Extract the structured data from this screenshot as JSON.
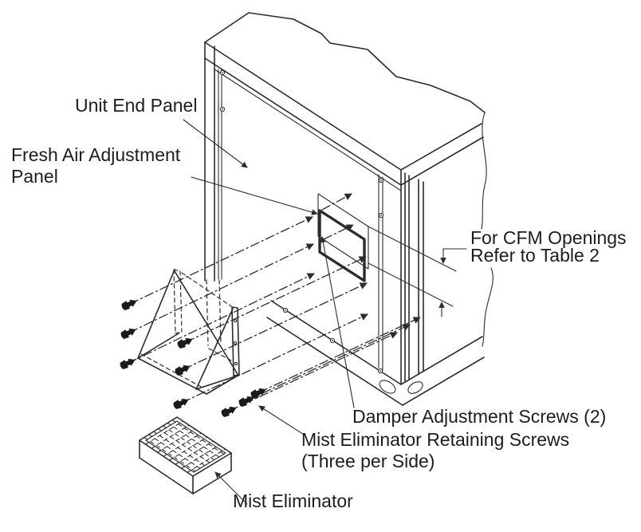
{
  "figure": {
    "type": "technical-exploded-isometric-diagram",
    "labels": {
      "unit_end_panel": "Unit End Panel",
      "fresh_air_line1": "Fresh Air Adjustment",
      "fresh_air_line2": "Panel",
      "cfm_line1": "For CFM Openings",
      "cfm_line2": "Refer to Table 2",
      "damper_screws": "Damper Adjustment Screws (2)",
      "retaining_line1": "Mist Eliminator Retaining Screws",
      "retaining_line2": "(Three per Side)",
      "mist_eliminator": "Mist Eliminator"
    },
    "depicted_counts": {
      "retaining_screws_shown": 9,
      "damper_adjustment_screws": 2,
      "base_lifting_slots": 2
    },
    "colors": {
      "background": "#ffffff",
      "line": "#2d2b2a",
      "text": "#1d1d1b",
      "screw_fill": "#1a1a1a"
    }
  }
}
